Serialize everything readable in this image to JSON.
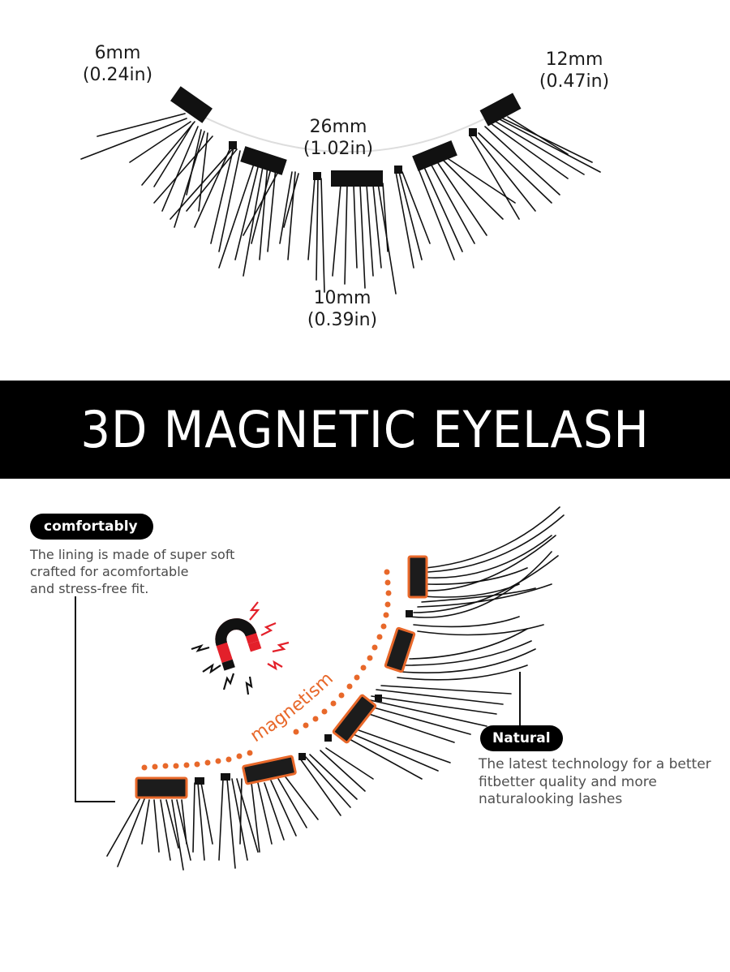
{
  "measurements": [
    {
      "id": "left-length",
      "mm": "6mm",
      "inch": "(0.24in)"
    },
    {
      "id": "total-width",
      "mm": "26mm",
      "inch": "(1.02in)"
    },
    {
      "id": "right-length",
      "mm": "12mm",
      "inch": "(0.47in)"
    },
    {
      "id": "center-length",
      "mm": "10mm",
      "inch": "(0.39in)"
    }
  ],
  "banner": {
    "title": "3D MAGNETIC EYELASH",
    "background": "#000000",
    "text_color": "#ffffff"
  },
  "features": {
    "comfortably": {
      "label": "comfortably",
      "lines": [
        "The lining is made of super soft",
        "crafted for acomfortable",
        "and stress-free fit."
      ]
    },
    "natural": {
      "label": "Natural",
      "lines": [
        "The latest technology for a better",
        "fitbetter quality and more",
        "naturalooking lashes"
      ]
    }
  },
  "magnet": {
    "icon": "horseshoe-magnet-icon",
    "label": "magnetism"
  },
  "colors": {
    "accent_orange": "#e8682a",
    "magnet_red": "#e3202a",
    "text_gray": "#4a4a4a"
  }
}
